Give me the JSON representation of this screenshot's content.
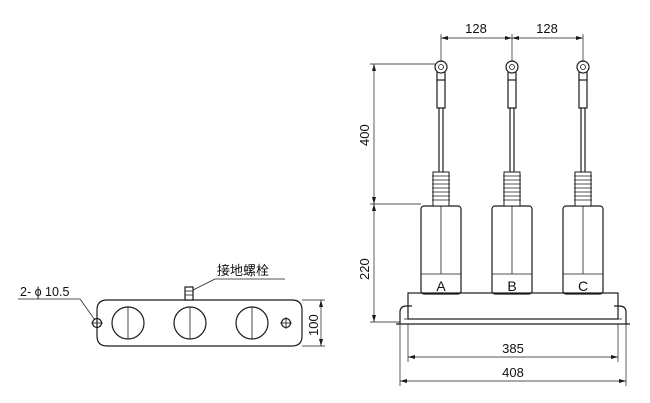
{
  "dimensions": {
    "pitch_left": "128",
    "pitch_right": "128",
    "height_top": "400",
    "height_bottom": "220",
    "inner_width": "385",
    "outer_width": "408",
    "base_height": "100",
    "holes": "2- ϕ 10.5"
  },
  "labels": {
    "ground_bolt": "接地螺栓"
  },
  "phases": [
    "A",
    "B",
    "C"
  ]
}
